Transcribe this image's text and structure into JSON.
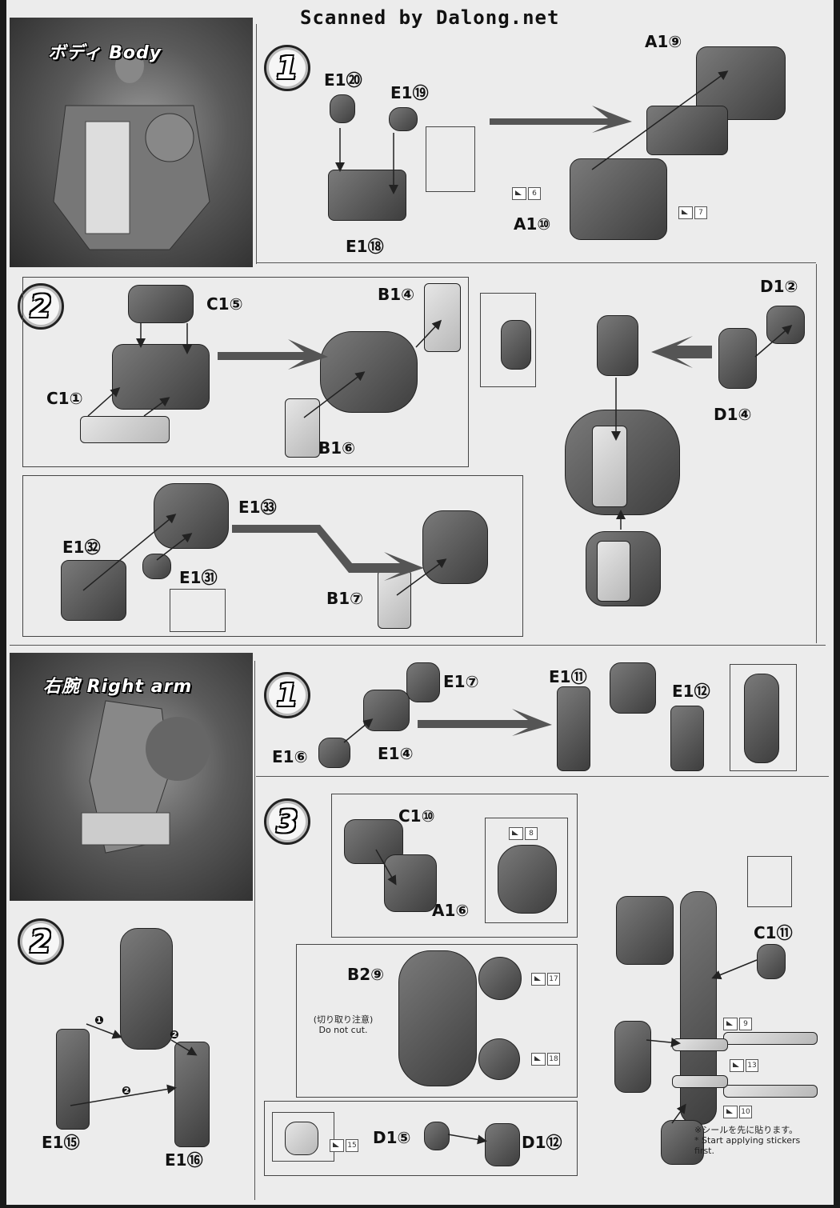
{
  "watermark": "Scanned by Dalong.net",
  "sections": {
    "body": {
      "title": "ボディ Body",
      "steps": [
        {
          "num": "1",
          "parts": [
            "E1⑳",
            "E1⑲",
            "E1⑱",
            "A1⑨",
            "A1⑩"
          ],
          "stickers": [
            "6",
            "7"
          ]
        },
        {
          "num": "2",
          "parts": [
            "C1⑤",
            "C1①",
            "B1④",
            "B1⑥",
            "D1②",
            "D1④",
            "E1㉝",
            "E1㉜",
            "E1㉛",
            "B1⑦"
          ]
        }
      ]
    },
    "right_arm": {
      "title": "右腕 Right arm",
      "steps": [
        {
          "num": "1",
          "parts": [
            "E1⑦",
            "E1⑥",
            "E1④",
            "E1⑪",
            "E1⑫"
          ]
        },
        {
          "num": "2",
          "parts": [
            "E1⑮",
            "E1⑯"
          ],
          "callouts": [
            "❶",
            "❷"
          ]
        },
        {
          "num": "3",
          "parts": [
            "C1⑩",
            "A1⑥",
            "B2⑨",
            "C1⑪",
            "D1⑤",
            "D1⑫"
          ],
          "stickers": [
            "8",
            "17",
            "18",
            "9",
            "13",
            "10",
            "15"
          ],
          "do_not_cut_jp": "(切り取り注意)",
          "do_not_cut_en": "Do not cut.",
          "sticker_note_jp": "※シールを先に貼ります。",
          "sticker_note_en": "* Start applying stickers first."
        }
      ]
    }
  }
}
